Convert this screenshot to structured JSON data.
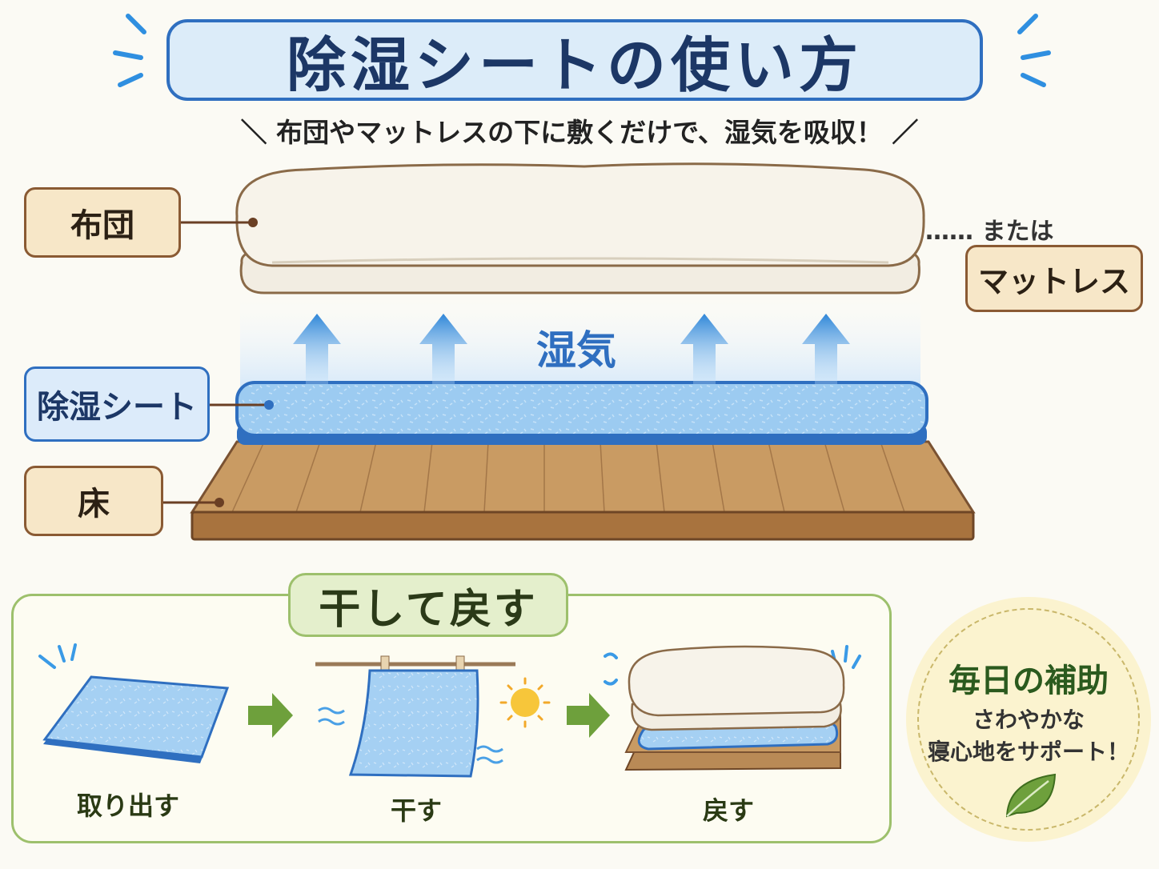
{
  "header": {
    "title": "除湿シートの使い方",
    "subtitle": "＼ 布団やマットレスの下に敷くだけで、湿気を吸収！ ／"
  },
  "diagram": {
    "labels": {
      "futon": "布団",
      "sheet": "除湿シート",
      "floor": "床",
      "or_text": "…… または",
      "mattress": "マットレス",
      "moisture": "湿気"
    }
  },
  "drying": {
    "title": "干して戻す",
    "steps": [
      "取り出す",
      "干す",
      "戻す"
    ]
  },
  "badge": {
    "title": "毎日の補助",
    "line1": "さわやかな",
    "line2": "寝心地をサポート！"
  },
  "colors": {
    "accent_blue": "#2f6fc0",
    "sheet_blue": "#8fc2ee",
    "wood": "#b98a56",
    "green": "#6ea03c"
  }
}
